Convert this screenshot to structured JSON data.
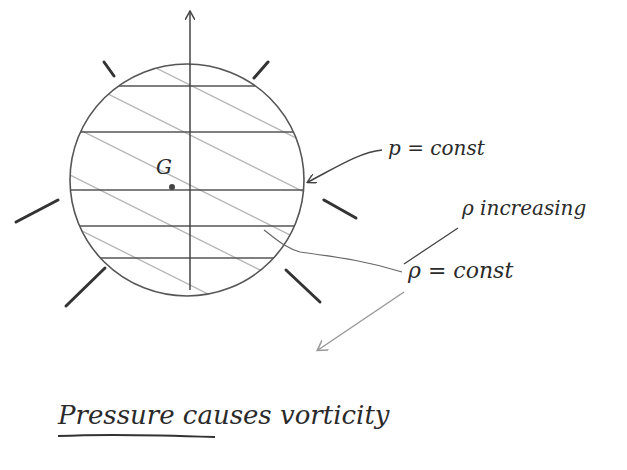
{
  "diagram": {
    "caption": "Pressure causes vorticity",
    "labels": [
      "G",
      "p = const",
      "ρ increasing",
      "ρ = const"
    ]
  }
}
